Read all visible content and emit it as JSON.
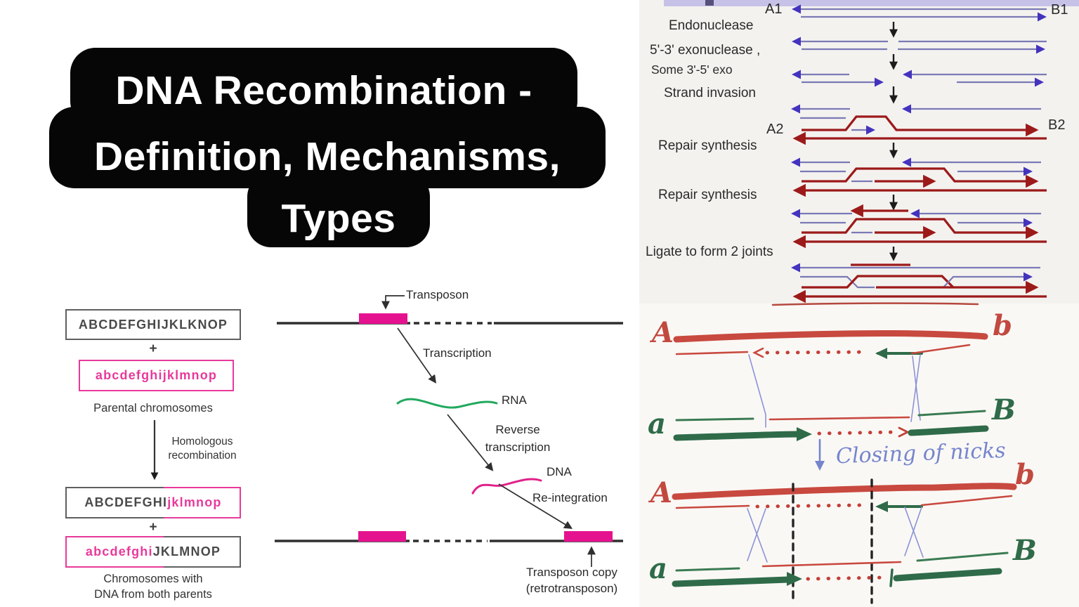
{
  "colors": {
    "magenta": "#e5128f",
    "pink_text": "#e8399b",
    "chromosome_gray": "#4a4a4a",
    "rna_green": "#22a95e",
    "dna_pink": "#e0218a",
    "strand_blue_line": "#7a7ab5",
    "strand_blue_arrow": "#4333be",
    "strand_dark_red": "#9c1a1a",
    "hand_red": "#c2493f",
    "hand_green": "#2f6b49",
    "hand_blue": "#7585cd",
    "lavender_bar": "#c6c2e7",
    "title_bg": "#060606",
    "title_fg": "#ffffff"
  },
  "title": {
    "line1": "DNA Recombination -",
    "line2": "Definition, Mechanisms,",
    "line3": "Types"
  },
  "homologous": {
    "box1": "ABCDEFGHIJKLKNOP",
    "plus": "+",
    "box2": "abcdefghijklmnop",
    "caption_parental": "Parental chromosomes",
    "process_line1": "Homologous",
    "process_line2": "recombination",
    "box3_left": "ABCDEFGHI",
    "box3_right": "jklmnop",
    "box4_left": "abcdefghi",
    "box4_right": "JKLMNOP",
    "caption_result_line1": "Chromosomes with",
    "caption_result_line2": "DNA from both parents"
  },
  "transposon": {
    "transposon_label": "Transposon",
    "transcription": "Transcription",
    "rna": "RNA",
    "reverse_line1": "Reverse",
    "reverse_line2": "transcription",
    "dna": "DNA",
    "reintegration": "Re-integration",
    "copy_line1": "Transposon copy",
    "copy_line2": "(retrotransposon)"
  },
  "dsbr": {
    "end_a1": "A1",
    "end_b1": "B1",
    "end_a2": "A2",
    "end_b2": "B2",
    "steps": [
      "Endonuclease",
      "5'-3' exonuclease ,",
      "Some 3'-5' exo",
      "Strand invasion",
      "Repair synthesis",
      "Repair synthesis",
      "Ligate to form 2 joints"
    ]
  },
  "hand": {
    "label_A": "A",
    "label_b": "b",
    "label_a": "a",
    "label_B": "B",
    "annotation": "Closing of nicks"
  }
}
